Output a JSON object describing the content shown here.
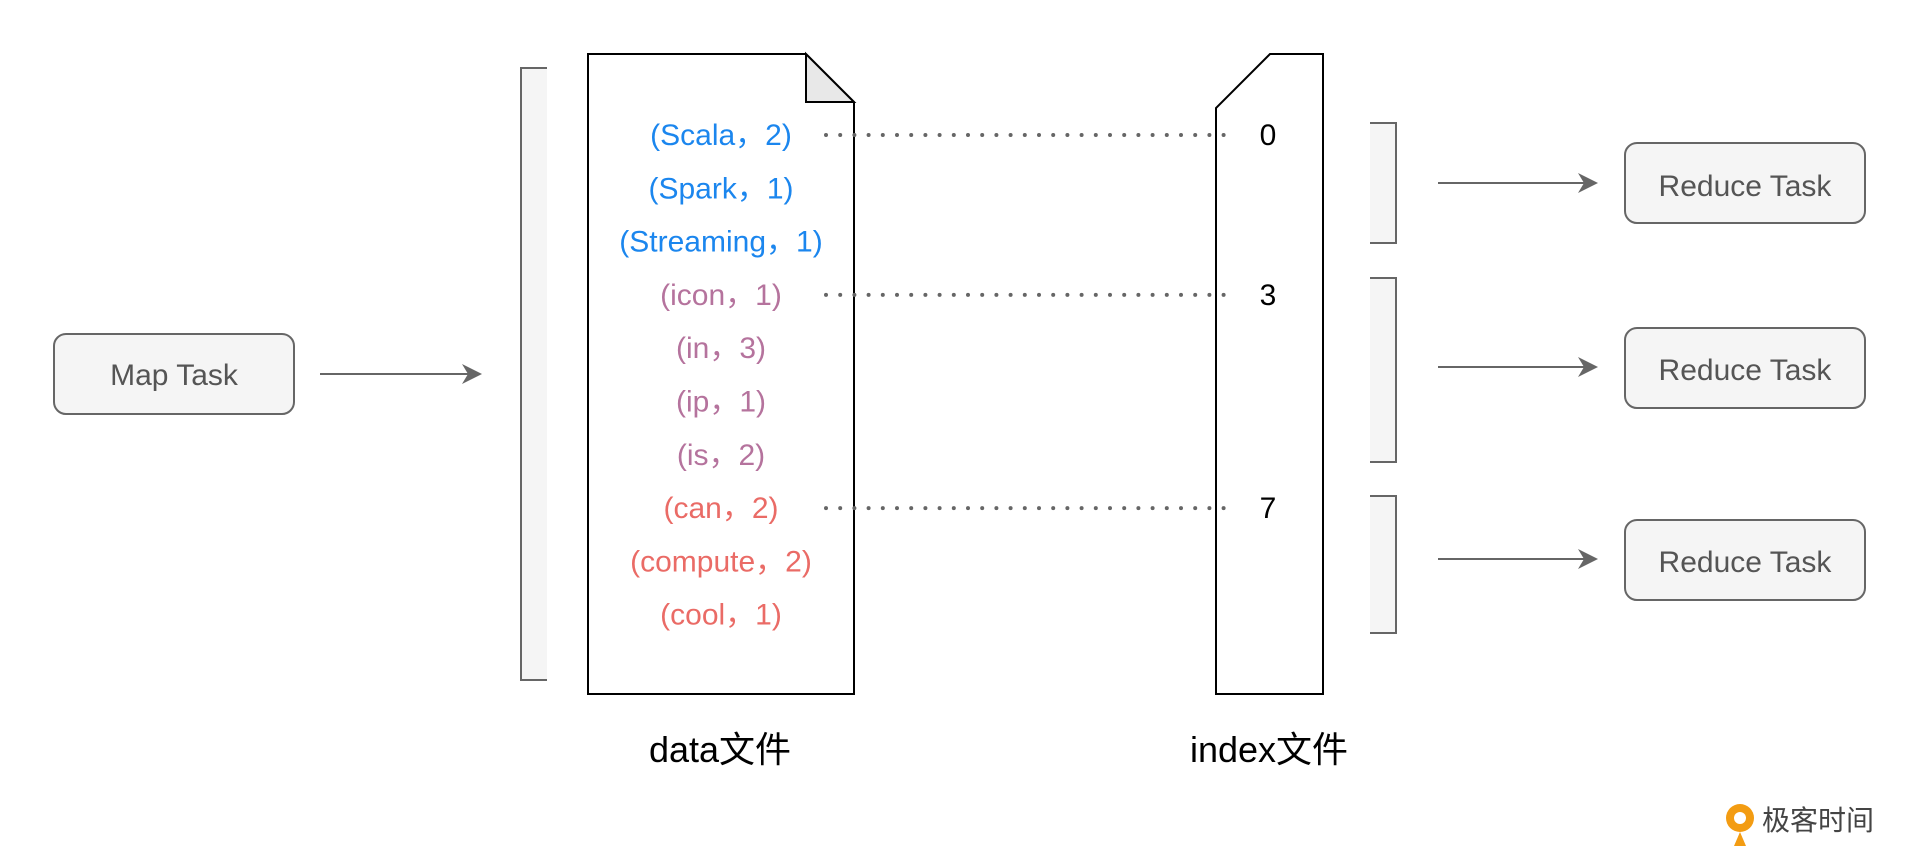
{
  "map_task": {
    "label": "Map Task"
  },
  "reduce_tasks": [
    {
      "label": "Reduce Task"
    },
    {
      "label": "Reduce Task"
    },
    {
      "label": "Reduce Task"
    }
  ],
  "data_file": {
    "caption": "data文件",
    "records": [
      {
        "text": "(Scala，2)",
        "group": 0
      },
      {
        "text": "(Spark，1)",
        "group": 0
      },
      {
        "text": "(Streaming，1)",
        "group": 0
      },
      {
        "text": "(icon，1)",
        "group": 1
      },
      {
        "text": "(in，3)",
        "group": 1
      },
      {
        "text": "(ip，1)",
        "group": 1
      },
      {
        "text": "(is，2)",
        "group": 1
      },
      {
        "text": "(can，2)",
        "group": 2
      },
      {
        "text": "(compute，2)",
        "group": 2
      },
      {
        "text": "(cool，1)",
        "group": 2
      }
    ]
  },
  "index_file": {
    "caption": "index文件",
    "entries": [
      {
        "value": "0"
      },
      {
        "value": "3"
      },
      {
        "value": "7"
      }
    ]
  },
  "colors": {
    "group_0": "#1b86ee",
    "group_1": "#b5739d",
    "group_2": "#ea6b66",
    "stroke": "#000000",
    "arrow": "#666666",
    "box_fill": "#f5f5f5",
    "box_stroke": "#666666",
    "brand_accent": "#f39c12"
  },
  "brand": {
    "name": "极客时间",
    "icon": "geektime-logo-icon"
  }
}
